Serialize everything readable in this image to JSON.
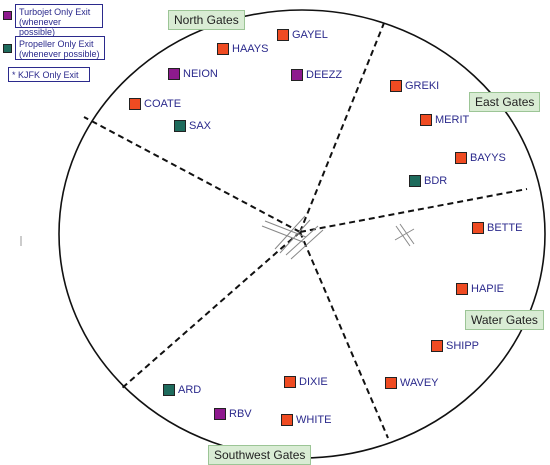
{
  "colors": {
    "turbojet": "#8e1a8e",
    "propeller": "#1e6b5c",
    "jet": "#ef4b22",
    "text": "#2b2a8c",
    "gate_fill": "#d9ecd4",
    "line": "#111111"
  },
  "legend": {
    "turbojet": "Turbojet Only Exit (whenever possible)",
    "propeller": "Propeller Only Exit (whenever possible)",
    "kjfk": "* KJFK Only Exit"
  },
  "gates": {
    "north": "North Gates",
    "east": "East Gates",
    "water": "Water Gates",
    "southwest": "Southwest Gates"
  },
  "fixes": [
    {
      "id": "gayel",
      "name": "GAYEL",
      "kind": "jet"
    },
    {
      "id": "haays",
      "name": "HAAYS",
      "kind": "jet"
    },
    {
      "id": "neion",
      "name": "NEION",
      "kind": "turbojet"
    },
    {
      "id": "deezz",
      "name": "DEEZZ",
      "kind": "turbojet"
    },
    {
      "id": "coate",
      "name": "COATE",
      "kind": "jet"
    },
    {
      "id": "sax",
      "name": "SAX",
      "kind": "propeller"
    },
    {
      "id": "greki",
      "name": "GREKI",
      "kind": "jet"
    },
    {
      "id": "merit",
      "name": "MERIT",
      "kind": "jet"
    },
    {
      "id": "bayys",
      "name": "BAYYS",
      "kind": "jet"
    },
    {
      "id": "bdr",
      "name": "BDR",
      "kind": "propeller"
    },
    {
      "id": "bette",
      "name": "BETTE",
      "kind": "jet"
    },
    {
      "id": "hapie",
      "name": "HAPIE",
      "kind": "jet"
    },
    {
      "id": "shipp",
      "name": "SHIPP",
      "kind": "jet"
    },
    {
      "id": "wavey",
      "name": "WAVEY",
      "kind": "jet"
    },
    {
      "id": "dixie",
      "name": "DIXIE",
      "kind": "jet"
    },
    {
      "id": "white",
      "name": "WHITE",
      "kind": "jet"
    },
    {
      "id": "ard",
      "name": "ARD",
      "kind": "propeller"
    },
    {
      "id": "rbv",
      "name": "RBV",
      "kind": "turbojet"
    }
  ]
}
